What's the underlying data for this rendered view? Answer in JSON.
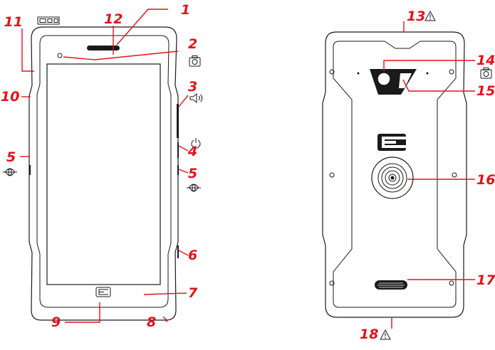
{
  "callouts": {
    "c1": "1",
    "c2": "2",
    "c3": "3",
    "c4": "4",
    "c5a": "5",
    "c5b": "5",
    "c6": "6",
    "c7": "7",
    "c8": "8",
    "c9": "9",
    "c10": "10",
    "c11": "11",
    "c12": "12",
    "c13": "13",
    "c14": "14",
    "c15": "15",
    "c16": "16",
    "c17": "17",
    "c18": "18"
  },
  "icons": {
    "callout-2": "camera-icon",
    "callout-3": "volume-icon",
    "callout-4": "power-icon",
    "callout-5": "lanyard-icon",
    "callout-11": "sim-tray-icon",
    "callout-13": "warning-icon",
    "callout-14": "camera-icon",
    "callout-18": "warning-icon"
  },
  "colors": {
    "callout": "#e3121b",
    "outline": "#1a1a1a",
    "background": "#ffffff"
  }
}
